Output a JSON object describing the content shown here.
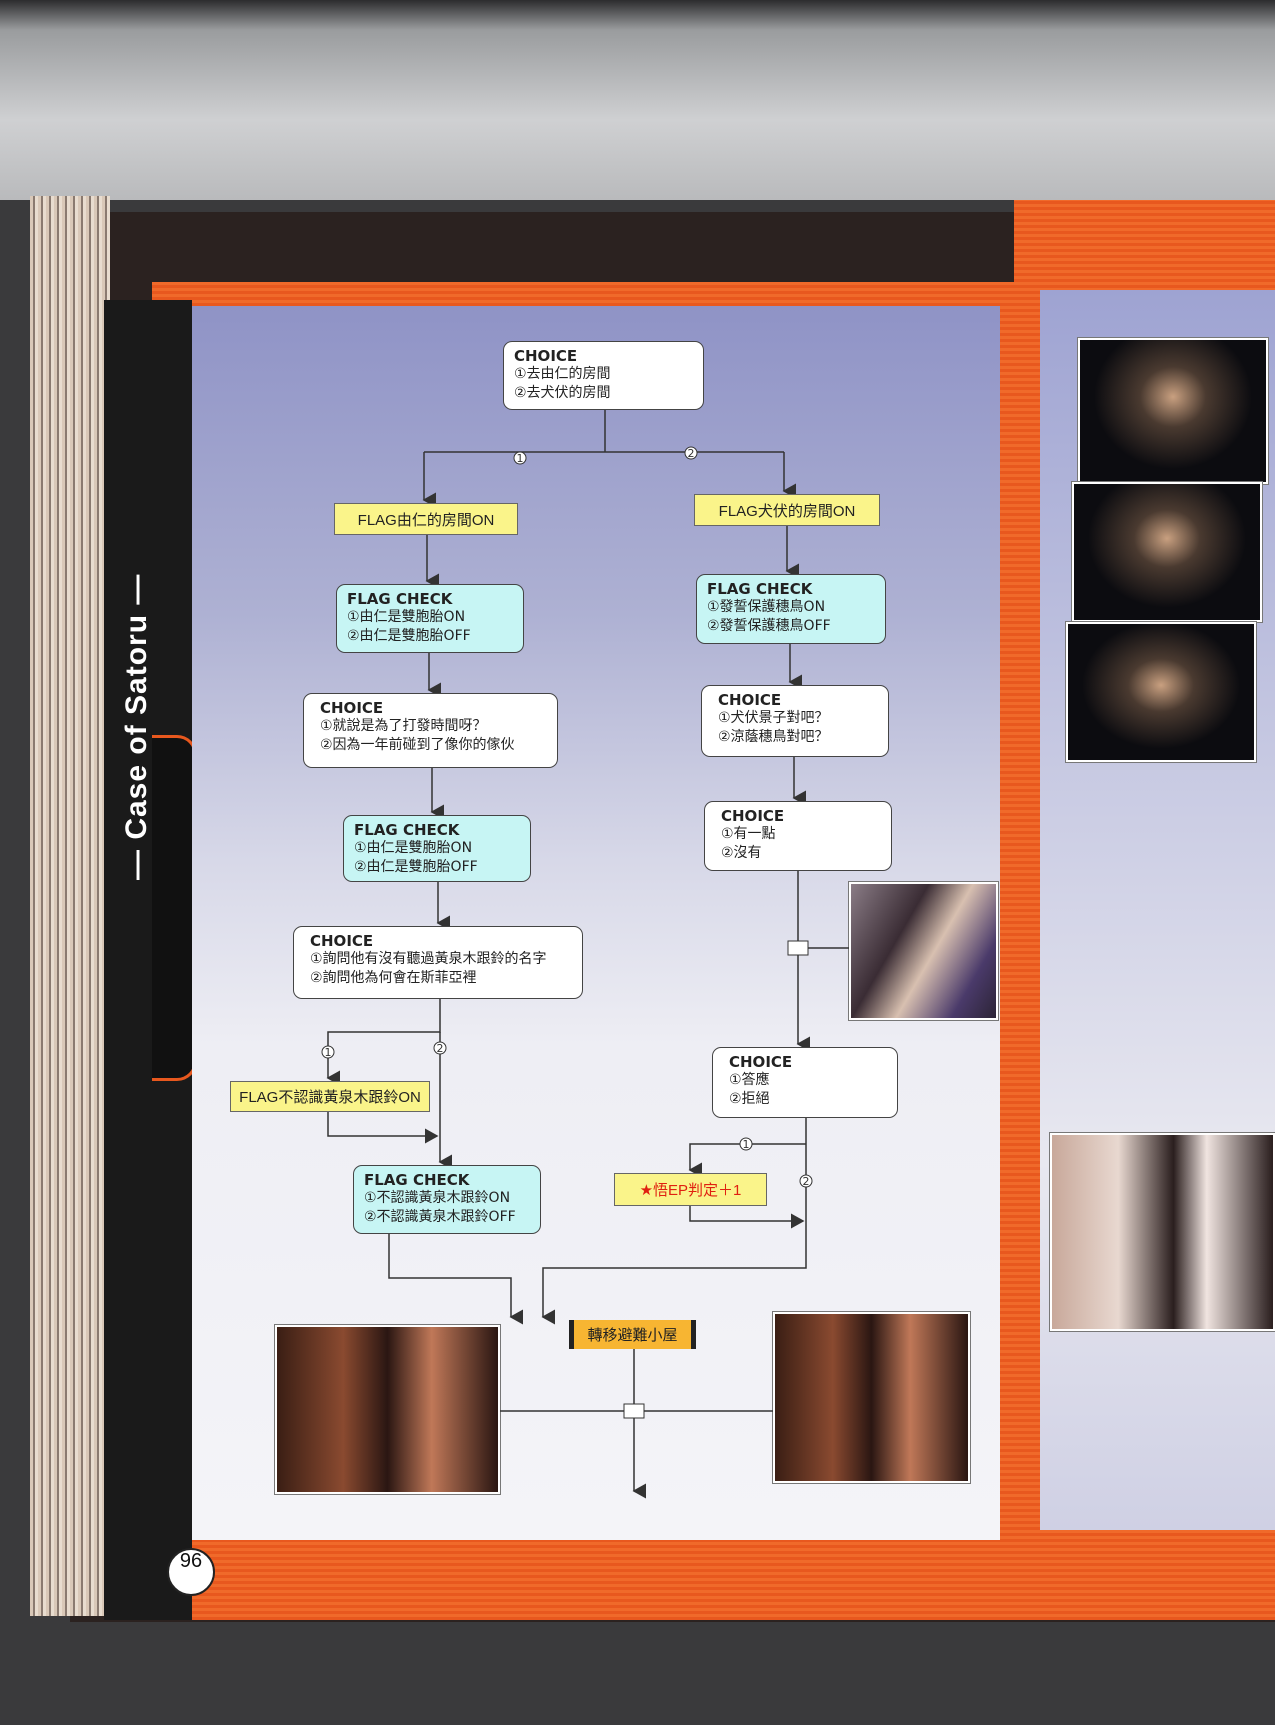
{
  "side_title": "— Case of Satoru —",
  "page_number": "96",
  "nodes": {
    "choice_1": {
      "head": "CHOICE",
      "opt1": "①去由仁的房間",
      "opt2": "②去犬伏的房間"
    },
    "flag_left_1": "FLAG由仁的房間ON",
    "flag_right_1": "FLAG犬伏的房間ON",
    "check_left_1": {
      "head": "FLAG CHECK",
      "opt1": "①由仁是雙胞胎ON",
      "opt2": "②由仁是雙胞胎OFF"
    },
    "check_right_1": {
      "head": "FLAG CHECK",
      "opt1": "①發誓保護穗鳥ON",
      "opt2": "②發誓保護穗鳥OFF"
    },
    "choice_left_2": {
      "head": "CHOICE",
      "opt1": "①就說是為了打發時間呀？",
      "opt2": "②因為一年前碰到了像你的傢伙"
    },
    "choice_right_2": {
      "head": "CHOICE",
      "opt1": "①犬伏景子對吧？",
      "opt2": "②涼蔭穗鳥對吧？"
    },
    "check_left_2": {
      "head": "FLAG CHECK",
      "opt1": "①由仁是雙胞胎ON",
      "opt2": "②由仁是雙胞胎OFF"
    },
    "choice_right_3": {
      "head": "CHOICE",
      "opt1": "①有一點",
      "opt2": "②沒有"
    },
    "choice_left_3": {
      "head": "CHOICE",
      "opt1": "①詢問他有沒有聽過黃泉木跟鈴的名字",
      "opt2": "②詢問他為何會在斯菲亞裡"
    },
    "flag_left_3": "FLAG不認識黃泉木跟鈴ON",
    "choice_right_4": {
      "head": "CHOICE",
      "opt1": "①答應",
      "opt2": "②拒絕"
    },
    "check_left_4": {
      "head": "FLAG CHECK",
      "opt1": "①不認識黃泉木跟鈴ON",
      "opt2": "②不認識黃泉木跟鈴OFF"
    },
    "ep_flag": {
      "star": "★",
      "text": "悟EP判定＋1"
    },
    "destination": "轉移避難小屋"
  },
  "branch_labels": {
    "one": "1",
    "two": "2"
  },
  "colors": {
    "orange": "#e8581e",
    "choice": "#ffffff",
    "check": "#c7f5f4",
    "flag": "#faf48a",
    "dest": "#f7b532",
    "ep_text": "#e02010"
  }
}
